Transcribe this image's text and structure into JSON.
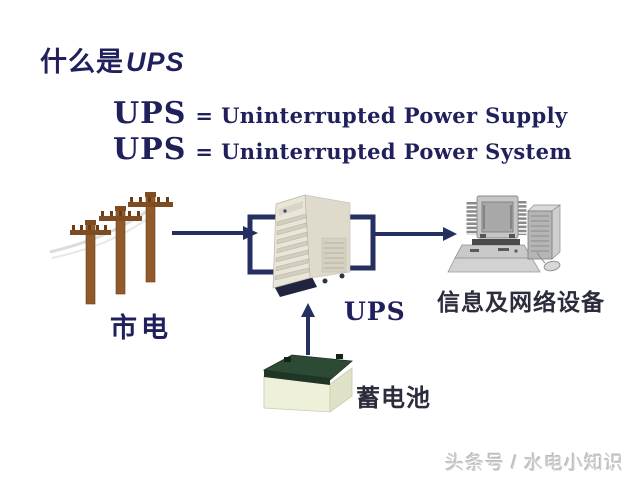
{
  "title": {
    "prefix": "什么是",
    "emphasis": "UPS"
  },
  "definitions": {
    "lines": [
      {
        "term": "UPS",
        "rest": "= Uninterrupted Power Supply"
      },
      {
        "term": "UPS",
        "rest": "= Uninterrupted Power System"
      }
    ]
  },
  "diagram": {
    "labels": {
      "mains": "市电",
      "ups": "UPS",
      "battery": "蓄电池",
      "equipment": "信息及网络设备"
    },
    "icons": {
      "left": "power-poles-icon",
      "center": "ups-tower-icon",
      "bottom": "battery-icon",
      "right": "computer-equipment-icon",
      "connectors": [
        "right-arrow-icon",
        "up-arrow-icon",
        "left-bracket-icon",
        "right-bracket-icon"
      ]
    },
    "colors": {
      "text_navy": "#20215c",
      "arrow": "#253061",
      "label_dark": "#2b2d3c",
      "pole_brown": "#915a2b",
      "battery_green": "#2d4a34",
      "battery_body": "#eef0da",
      "watermark_gray": "#cdcdcd"
    }
  },
  "watermark": {
    "text": "头条号 / 水电小知识"
  }
}
